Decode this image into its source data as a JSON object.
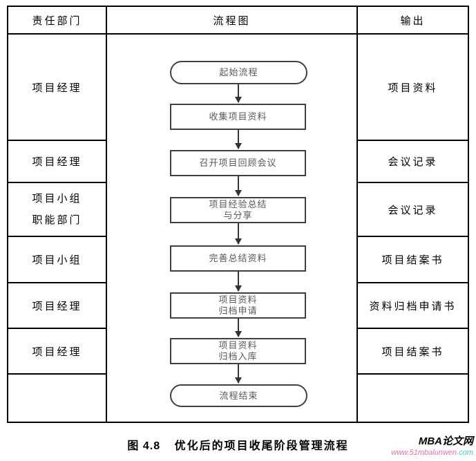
{
  "table": {
    "headers": {
      "department": "责任部门",
      "flowchart": "流程图",
      "output": "输出"
    },
    "rows": [
      {
        "department": [
          "项目经理"
        ],
        "output": "项目资料"
      },
      {
        "department": [
          "项目经理"
        ],
        "output": "会议记录"
      },
      {
        "department": [
          "项目小组",
          "职能部门"
        ],
        "output": "会议记录"
      },
      {
        "department": [
          "项目小组"
        ],
        "output": "项目结案书"
      },
      {
        "department": [
          "项目经理"
        ],
        "output": "资料归档申请书"
      },
      {
        "department": [
          "项目经理"
        ],
        "output": "项目结案书"
      },
      {
        "department": [
          ""
        ],
        "output": ""
      }
    ]
  },
  "flowchart": {
    "nodes": [
      {
        "type": "terminator",
        "lines": [
          "起始流程"
        ]
      },
      {
        "type": "process",
        "lines": [
          "收集项目资料"
        ]
      },
      {
        "type": "process",
        "lines": [
          "召开项目回顾会议"
        ]
      },
      {
        "type": "process",
        "lines": [
          "项目经验总结",
          "与分享"
        ]
      },
      {
        "type": "process",
        "lines": [
          "完善总结资料"
        ]
      },
      {
        "type": "process",
        "lines": [
          "项目资料",
          "归档申请"
        ]
      },
      {
        "type": "process",
        "lines": [
          "项目资料",
          "归档入库"
        ]
      },
      {
        "type": "terminator",
        "lines": [
          "流程结束"
        ]
      }
    ],
    "edges": [
      {
        "from": 0,
        "to": 1
      },
      {
        "from": 1,
        "to": 2
      },
      {
        "from": 2,
        "to": 3
      },
      {
        "from": 3,
        "to": 4
      },
      {
        "from": 4,
        "to": 5
      },
      {
        "from": 5,
        "to": 6
      },
      {
        "from": 6,
        "to": 7
      }
    ],
    "direction": "top-down"
  },
  "caption": {
    "figure_label": "图 4.8",
    "figure_title": "优化后的项目收尾阶段管理流程"
  },
  "watermark": {
    "site_name": "MBA论文网",
    "site_url_main": "www.51mbalunwen",
    "site_url_tld": ".com"
  },
  "colors": {
    "table_border": "#000000",
    "table_text": "#000000",
    "flow_node_border": "#3f3f3f",
    "flow_node_text": "#595959",
    "arrow": "#333333",
    "watermark_pink": "#ed6fae",
    "watermark_cyan": "#45c8de"
  }
}
